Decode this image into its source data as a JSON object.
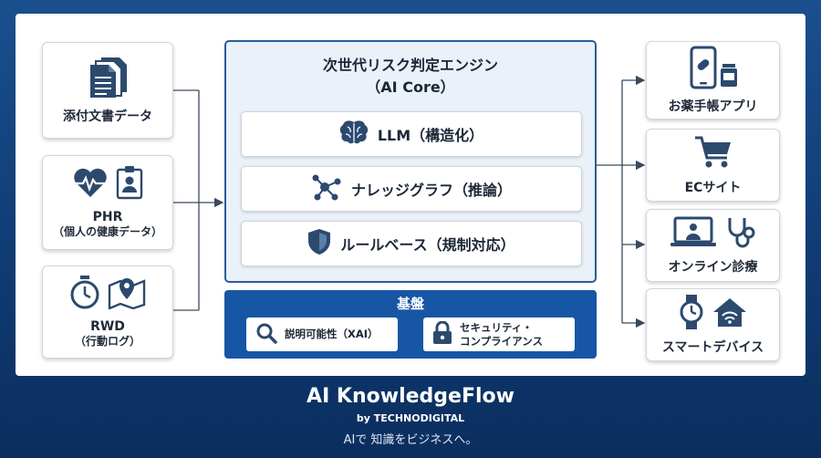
{
  "inputs": [
    {
      "label": "添付文書データ",
      "sublabel": "",
      "icon": "document-icon"
    },
    {
      "label": "PHR",
      "sublabel": "（個人の健康データ）",
      "icon": "heart-pulse-icon"
    },
    {
      "label": "RWD",
      "sublabel": "（行動ログ）",
      "icon": "stopwatch-icon"
    }
  ],
  "core": {
    "title_line1": "次世代リスク判定エンジン",
    "title_line2": "（AI Core）",
    "modules": [
      {
        "label": "LLM（構造化）",
        "icon": "brain-icon"
      },
      {
        "label": "ナレッジグラフ（推論）",
        "icon": "graph-network-icon"
      },
      {
        "label": "ルールベース（規制対応）",
        "icon": "shield-icon"
      }
    ]
  },
  "foundation": {
    "title": "基盤",
    "items": [
      {
        "line1": "説明可能性（XAI）",
        "line2": "",
        "icon": "search-icon"
      },
      {
        "line1": "セキュリティ・",
        "line2": "コンプライアンス",
        "icon": "lock-icon"
      }
    ]
  },
  "outputs": [
    {
      "label": "お薬手帳アプリ",
      "icon": "smartphone-pill-icon"
    },
    {
      "label": "ECサイト",
      "icon": "shopping-cart-icon"
    },
    {
      "label": "オンライン診療",
      "icon": "telemedicine-icon"
    },
    {
      "label": "スマートデバイス",
      "icon": "smartwatch-home-icon"
    }
  ],
  "brand": {
    "title": "AI KnowledgeFlow",
    "by": "by TECHNODIGITAL",
    "tagline": "AIで 知識をビジネスへ。"
  },
  "colors": {
    "primary": "#1756a5",
    "icon": "#2c4a6e",
    "background": "#0f3a72"
  }
}
